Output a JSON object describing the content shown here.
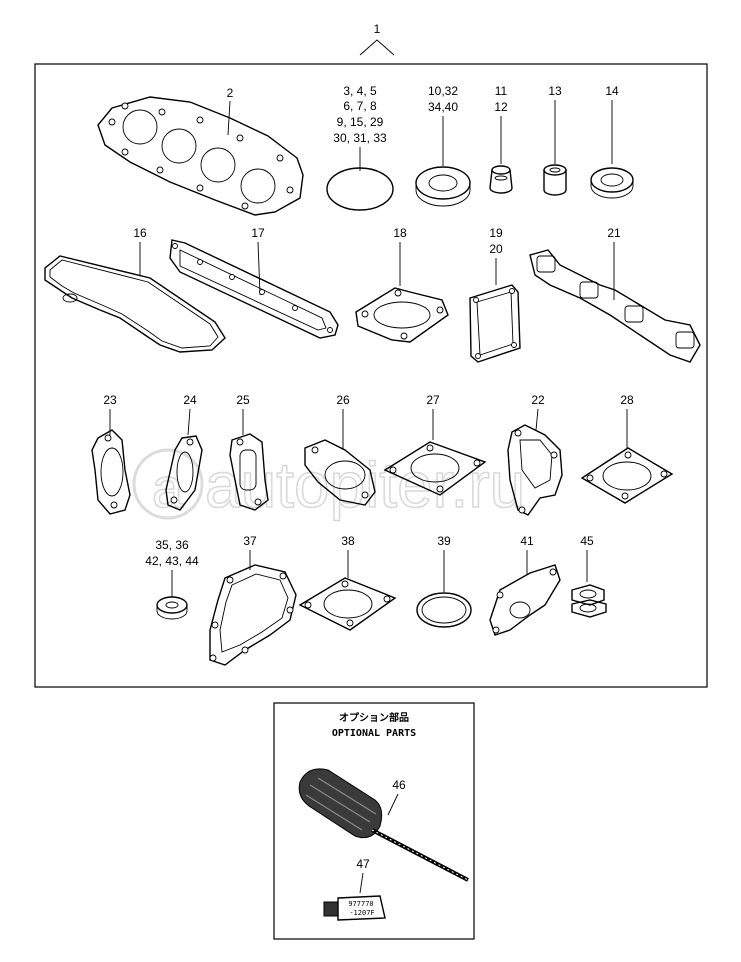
{
  "diagram": {
    "kit_ref": "1",
    "watermark": "autopiter.ru",
    "parts": {
      "p2": "2",
      "p3": [
        "3, 4, 5",
        "6, 7, 8",
        "9, 15, 29",
        "30, 31, 33"
      ],
      "p10": [
        "10,32",
        "34,40"
      ],
      "p11": [
        "11",
        "12"
      ],
      "p13": "13",
      "p14": "14",
      "p16": "16",
      "p17": "17",
      "p18": "18",
      "p19": [
        "19",
        "20"
      ],
      "p21": "21",
      "p23": "23",
      "p24": "24",
      "p25": "25",
      "p26": "26",
      "p27": "27",
      "p22": "22",
      "p28": "28",
      "p35": [
        "35, 36",
        "42, 43, 44"
      ],
      "p37": "37",
      "p38": "38",
      "p39": "39",
      "p41": "41",
      "p45": "45"
    },
    "optional": {
      "title_jp": "オプション部品",
      "title_en": "OPTIONAL PARTS",
      "p46": "46",
      "p47": "47",
      "tube_text": [
        "977770",
        "-1207F"
      ]
    }
  }
}
